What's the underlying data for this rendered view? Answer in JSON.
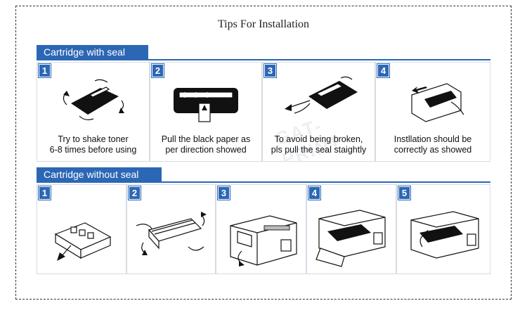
{
  "title": "Tips For Installation",
  "with_seal": {
    "heading": "Cartridge with seal",
    "steps": [
      {
        "num": "1",
        "caption": "Try to shake toner\n6-8 times before using"
      },
      {
        "num": "2",
        "caption": "Pull the black paper as\nper direction showed"
      },
      {
        "num": "3",
        "caption": "To avoid being broken,\npls pull the seal staightly"
      },
      {
        "num": "4",
        "caption": "Instllation should be\ncorrectly as showed"
      }
    ]
  },
  "without_seal": {
    "heading": "Cartridge without seal",
    "steps": [
      {
        "num": "1"
      },
      {
        "num": "2"
      },
      {
        "num": "3"
      },
      {
        "num": "4"
      },
      {
        "num": "5"
      }
    ]
  },
  "colors": {
    "accent": "#2c67b5",
    "border": "#d6dbe3"
  }
}
